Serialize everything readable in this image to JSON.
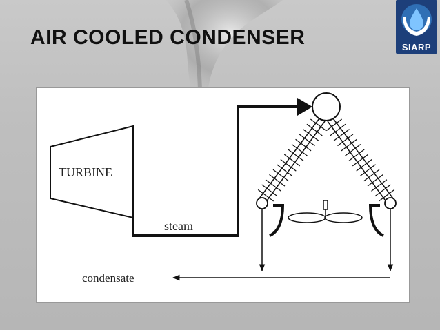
{
  "slide": {
    "title": "AIR COOLED CONDENSER"
  },
  "logo": {
    "text": "SIARP",
    "icon": "hands-water-drop-icon"
  },
  "diagram": {
    "labels": {
      "turbine": "TURBINE",
      "steam": "steam",
      "condensate": "condensate"
    }
  }
}
